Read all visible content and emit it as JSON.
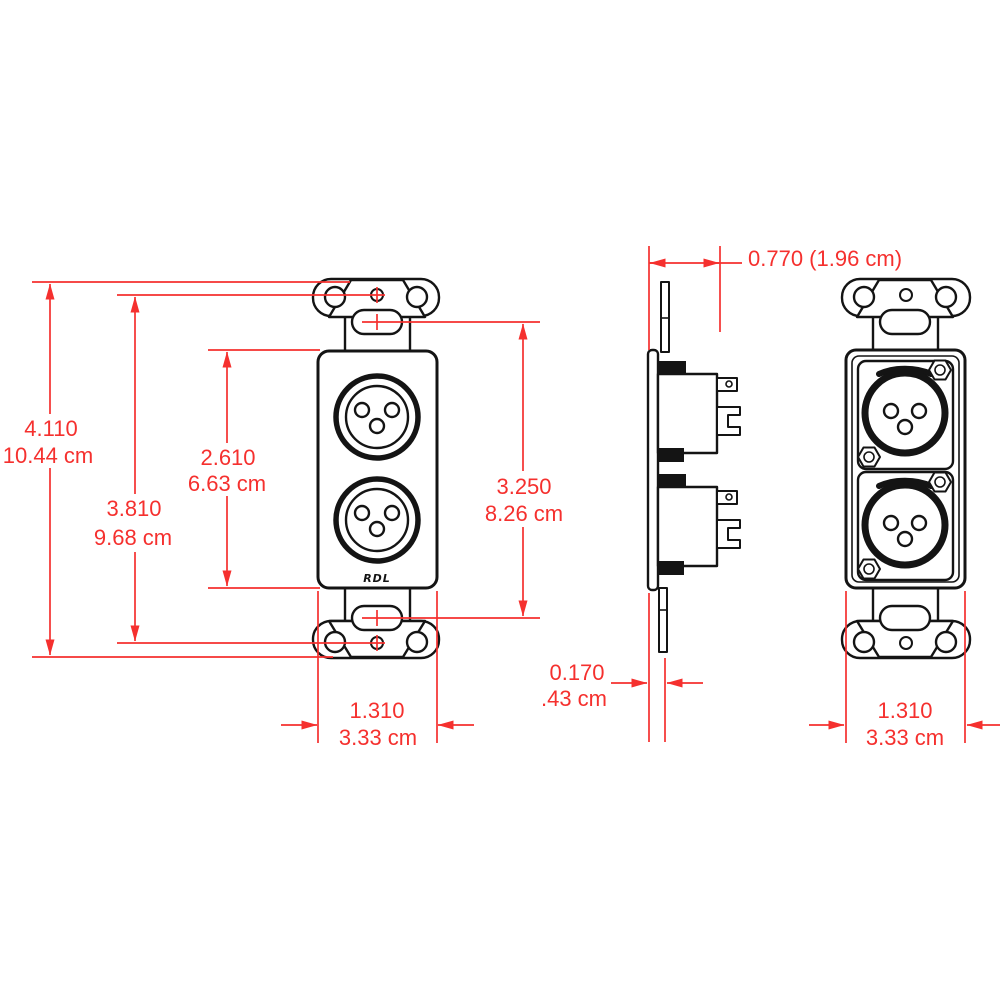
{
  "colors": {
    "dimension": "#f5302e",
    "line": "#141414",
    "background": "#ffffff"
  },
  "front_view": {
    "brand": "RDL",
    "overall_height": {
      "in": "4.110",
      "cm": "10.44 cm"
    },
    "hole_span": {
      "in": "3.810",
      "cm": "9.68 cm"
    },
    "body_height": {
      "in": "2.610",
      "cm": "6.63 cm"
    },
    "slot_span": {
      "in": "3.250",
      "cm": "8.26 cm"
    },
    "width": {
      "in": "1.310",
      "cm": "3.33 cm"
    }
  },
  "side_view": {
    "depth": "0.770 (1.96 cm)",
    "thickness": {
      "in": "0.170",
      "cm": ".43 cm"
    }
  },
  "rear_view": {
    "width": {
      "in": "1.310",
      "cm": "3.33 cm"
    }
  }
}
